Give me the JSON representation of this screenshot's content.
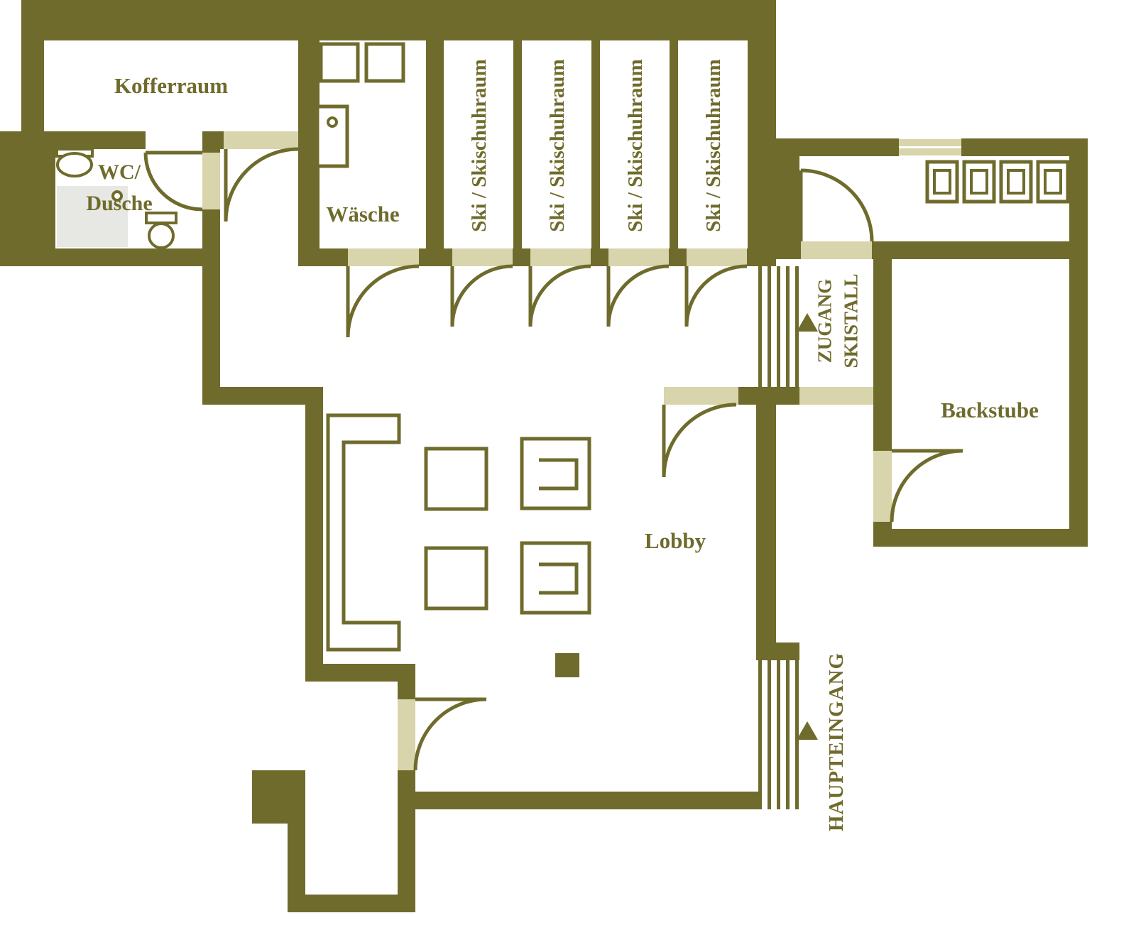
{
  "colors": {
    "wall": "#6f6b2c",
    "threshold": "#d8d4ab",
    "shower": "#e7e7e3",
    "background": "#ffffff"
  },
  "rooms": {
    "kofferraum": "Kofferraum",
    "wc_line1": "WC/",
    "wc_line2": "Dusche",
    "waesche": "Wäsche",
    "ski": [
      "Ski / Skischuhraum",
      "Ski / Skischuhraum",
      "Ski / Skischuhraum",
      "Ski / Skischuhraum"
    ],
    "lobby": "Lobby",
    "backstube": "Backstube"
  },
  "annotations": {
    "zugang_line1": "ZUGANG",
    "zugang_line2": "SKISTALL",
    "haupteingang": "HAUPTEINGANG"
  },
  "icons": {
    "entrance_arrow": "triangle-up"
  }
}
